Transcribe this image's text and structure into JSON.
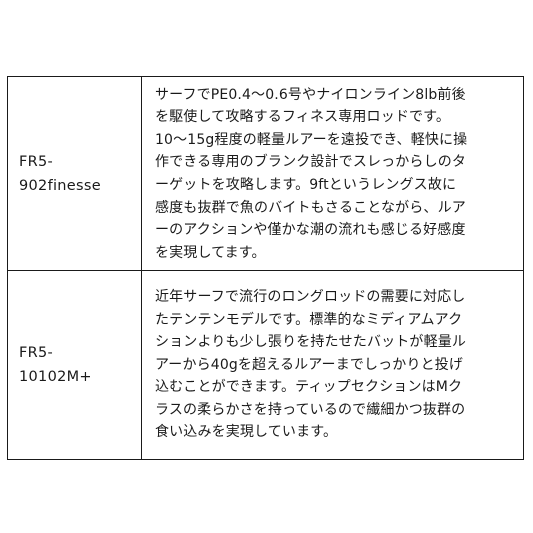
{
  "rows": [
    {
      "model_lines": [
        "FR5-",
        "902finesse"
      ],
      "description_lines": [
        "サーフでPE0.4〜0.6号やナイロンライン8lb前後",
        "を駆使して攻略するフィネス専用ロッドです。",
        "10〜15g程度の軽量ルアーを遠投でき、軽快に操",
        "作できる専用のブランク設計でスレっからしのタ",
        "ーゲットを攻略します。9ftというレングス故に",
        "感度も抜群で魚のバイトもさることながら、ルア",
        "ーのアクションや僅かな潮の流れも感じる好感度",
        "を実現してます。"
      ]
    },
    {
      "model_lines": [
        "FR5-",
        "10102M+"
      ],
      "description_lines": [
        "近年サーフで流行のロングロッドの需要に対応し",
        "たテンテンモデルです。標準的なミディアムアク",
        "ションよりも少し張りを持たせたバットが軽量ル",
        "アーから40gを超えるルアーまでしっかりと投げ",
        "込むことができます。ティップセクションはMク",
        "ラスの柔らかさを持っているので繊細かつ抜群の",
        "食い込みを実現しています。"
      ]
    }
  ]
}
